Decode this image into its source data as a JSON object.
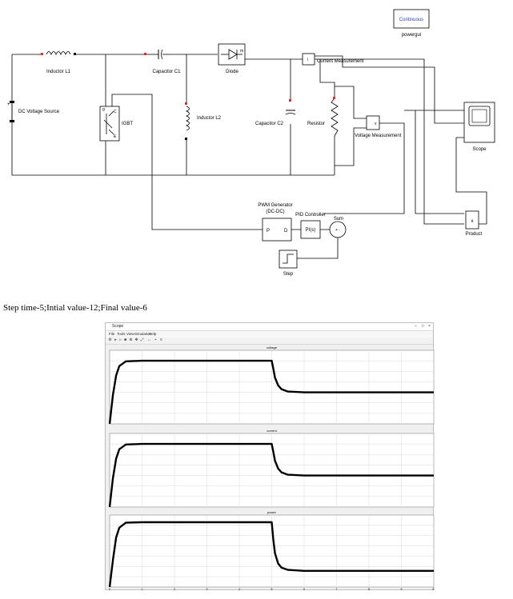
{
  "diagram": {
    "powergui": {
      "mode": "Continuous",
      "name": "powergui"
    },
    "dc_source": {
      "name": "DC Voltage Source",
      "plus": "+"
    },
    "inductor_l1": {
      "name": "Inductor L1"
    },
    "igbt": {
      "name": "IGBT",
      "pin_g": "g",
      "pin_c": "C",
      "pin_e": "E"
    },
    "capacitor_c1": {
      "name": "Capacitor C1"
    },
    "inductor_l2": {
      "name": "Inductor L2"
    },
    "diode": {
      "name": "Diode",
      "port_m": "m"
    },
    "capacitor_c2": {
      "name": "Capacitor C2"
    },
    "resistor": {
      "name": "Resistor"
    },
    "current_meas": {
      "name": "Current Measurement",
      "port_i": "i"
    },
    "voltage_meas": {
      "name": "Voltage Measurement",
      "port_v": "v"
    },
    "scope": {
      "name": "Scope"
    },
    "product": {
      "name": "Product",
      "symbol": "x"
    },
    "pwm": {
      "name": "PWM Generator",
      "subtitle": "(DC-DC)",
      "port_p": "P",
      "port_d": "D"
    },
    "pid": {
      "name": "PID Controller",
      "expr": "PI(s)"
    },
    "sum": {
      "name": "Sum",
      "signs": "+ -"
    },
    "step": {
      "name": "Step"
    }
  },
  "caption": "Step time-5;Intial value-12;Final value-6",
  "scope_window": {
    "title": "Scope",
    "controls": [
      "–",
      "□",
      "×"
    ],
    "menu": [
      "File",
      "Tools",
      "View",
      "Simulation",
      "Help"
    ],
    "toolbar_icons": [
      "settings-icon",
      "run-icon",
      "step-icon",
      "stop-icon",
      "zoom-icon",
      "pan-icon",
      "autoscale-icon",
      "cursor-icon",
      "trigger-icon",
      "measure-icon"
    ]
  },
  "chart_data": [
    {
      "type": "line",
      "title": "voltage",
      "x": [
        0,
        0.1,
        0.2,
        0.3,
        0.5,
        1,
        2,
        3,
        4,
        5,
        5.05,
        5.1,
        5.2,
        5.3,
        5.5,
        6,
        7,
        8,
        9,
        10
      ],
      "series": [
        {
          "values": [
            0,
            5.5,
            9.2,
            11.0,
            11.9,
            12,
            12,
            12,
            12,
            12,
            10.5,
            8.8,
            7.3,
            6.6,
            6.15,
            6,
            6,
            6,
            6,
            6
          ]
        }
      ],
      "xlim": [
        0,
        10
      ],
      "ylim": [
        0,
        14
      ],
      "grid": true
    },
    {
      "type": "line",
      "title": "current",
      "x": [
        0,
        0.1,
        0.2,
        0.3,
        0.5,
        1,
        2,
        3,
        4,
        5,
        5.05,
        5.1,
        5.2,
        5.3,
        5.5,
        6,
        7,
        8,
        9,
        10
      ],
      "series": [
        {
          "values": [
            0,
            0.55,
            0.92,
            1.1,
            1.19,
            1.2,
            1.2,
            1.2,
            1.2,
            1.2,
            1.05,
            0.88,
            0.73,
            0.66,
            0.615,
            0.6,
            0.6,
            0.6,
            0.6,
            0.6
          ]
        }
      ],
      "xlim": [
        0,
        10
      ],
      "ylim": [
        0,
        1.4
      ],
      "grid": true
    },
    {
      "type": "line",
      "title": "power",
      "x": [
        0,
        0.1,
        0.2,
        0.3,
        0.5,
        1,
        2,
        3,
        4,
        5,
        5.05,
        5.1,
        5.2,
        5.3,
        5.5,
        6,
        7,
        8,
        9,
        10
      ],
      "series": [
        {
          "values": [
            0,
            6,
            11,
            13.2,
            14.3,
            14.4,
            14.4,
            14.4,
            14.4,
            14.4,
            10.5,
            7.5,
            5.2,
            4.3,
            3.8,
            3.6,
            3.6,
            3.6,
            3.6,
            3.6
          ]
        }
      ],
      "xlim": [
        0,
        10
      ],
      "ylim": [
        0,
        16
      ],
      "grid": true,
      "xticks": [
        "0",
        "1",
        "2",
        "3",
        "4",
        "5",
        "6",
        "7",
        "8",
        "9",
        "10"
      ]
    }
  ],
  "colors": {
    "plot_bg": "#ffffff",
    "grid": "#d9d9d9",
    "trace": "#000000",
    "window_bg": "#f0f0f0"
  }
}
